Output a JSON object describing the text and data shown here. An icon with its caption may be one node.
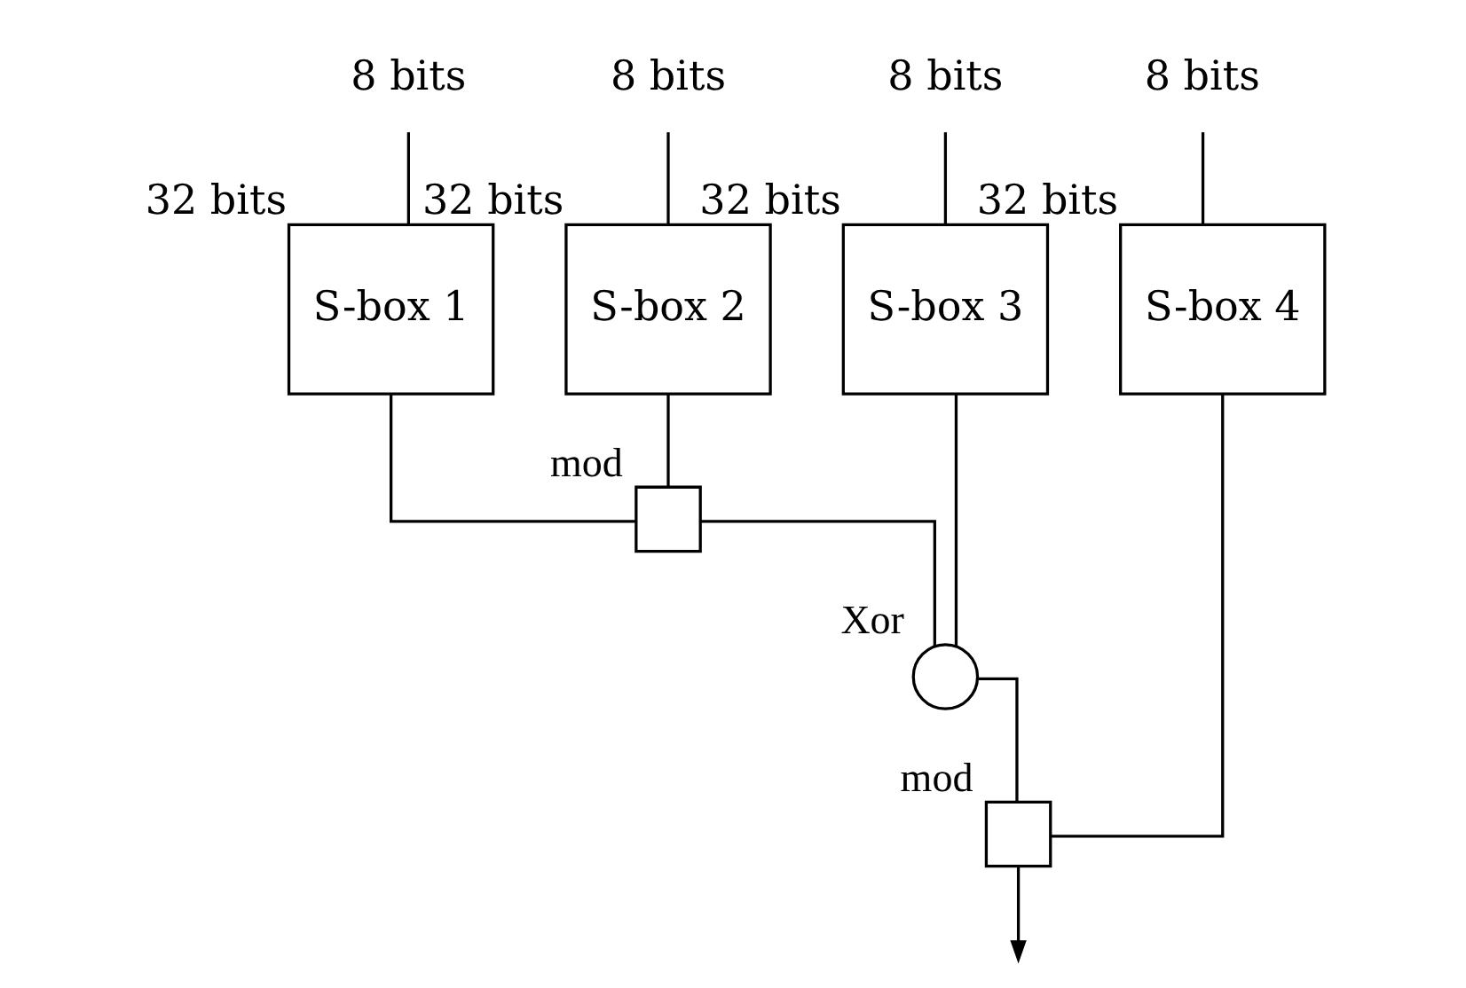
{
  "diagram": {
    "nodes": [
      {
        "text": [
          "8 bits"
        ]
      },
      {
        "text": [
          "8 bits"
        ]
      },
      {
        "text": [
          "8 bits"
        ]
      },
      {
        "text": [
          "8 bits"
        ]
      },
      {
        "text": [
          "S-box 1"
        ],
        "beside": [
          "32 bits"
        ]
      },
      {
        "text": [
          "S-box 2"
        ],
        "beside": [
          "32 bits"
        ]
      },
      {
        "text": [
          "S-box 3"
        ],
        "beside": [
          "32 bits"
        ]
      },
      {
        "text": [
          "S-box 4"
        ],
        "beside": [
          "32 bits"
        ]
      },
      {
        "text": [],
        "shape": "box",
        "beside": [
          "mod"
        ]
      },
      {
        "text": [],
        "shape": "circle",
        "beside": [
          "Xor"
        ]
      },
      {
        "text": [],
        "shape": "box",
        "beside": [
          "mod"
        ]
      }
    ],
    "edges": [
      {
        "from": 0,
        "to": 4,
        "arrow": "none"
      },
      {
        "from": 1,
        "to": 5,
        "arrow": "none"
      },
      {
        "from": 2,
        "to": 6,
        "arrow": "none"
      },
      {
        "from": 3,
        "to": 7,
        "arrow": "none"
      },
      {
        "from": 4,
        "to": 8,
        "arrow": "none"
      },
      {
        "from": 5,
        "to": 8,
        "arrow": "none"
      },
      {
        "from": 8,
        "to": 9,
        "arrow": "none"
      },
      {
        "from": 6,
        "to": 9,
        "arrow": "none"
      },
      {
        "from": 9,
        "to": 10,
        "arrow": "none"
      },
      {
        "from": 7,
        "to": 10,
        "arrow": "none"
      },
      {
        "from": 10,
        "to": null,
        "arrow": "to"
      }
    ]
  }
}
